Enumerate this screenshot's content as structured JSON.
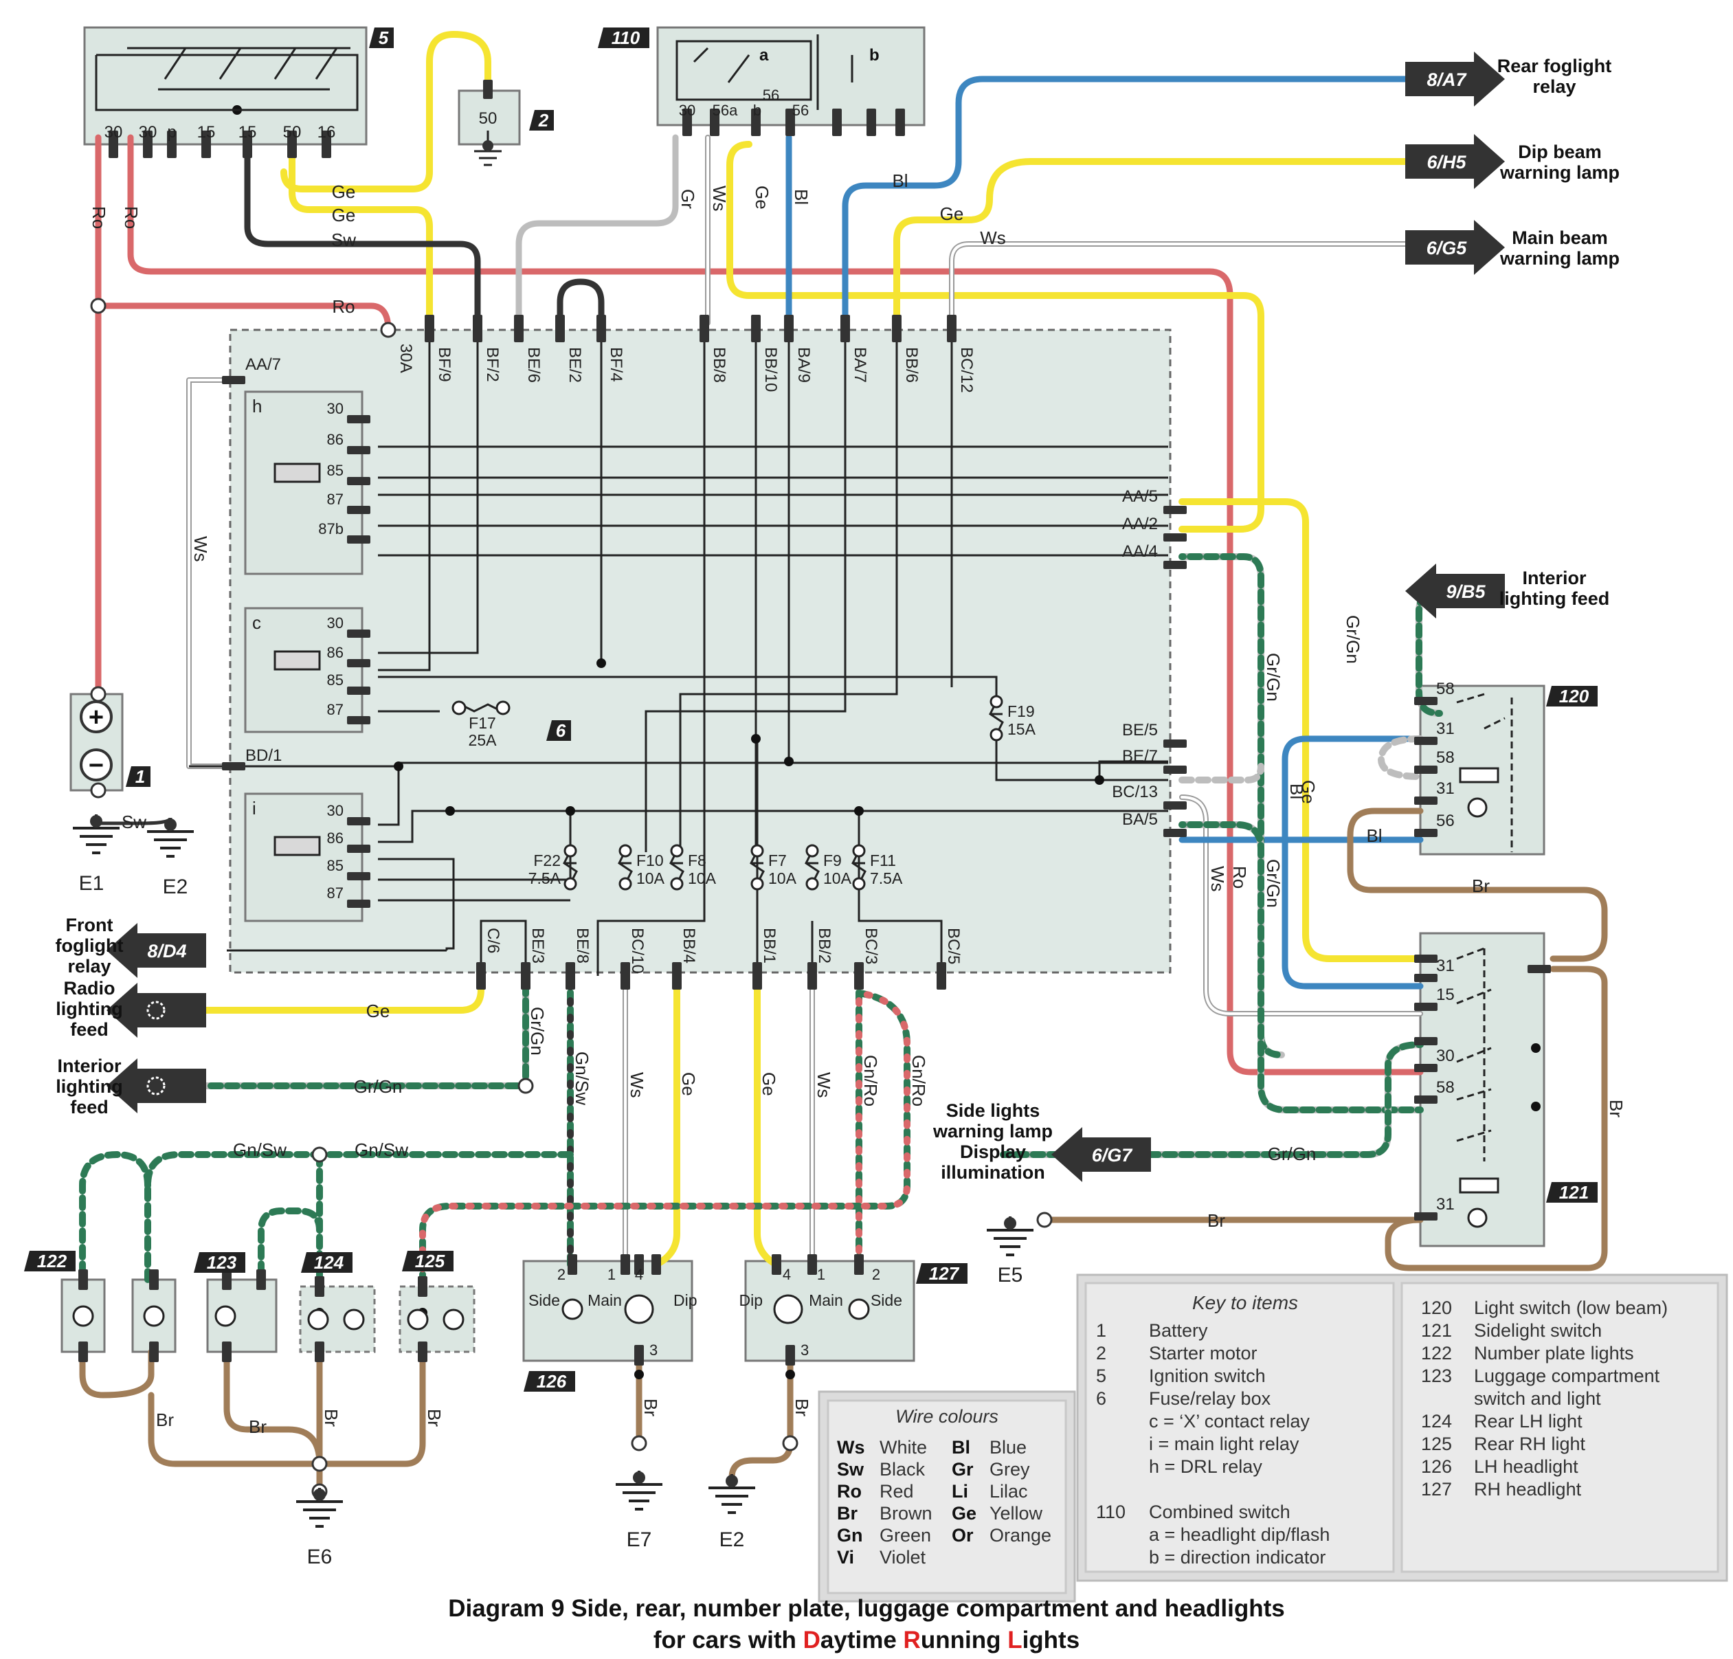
{
  "title": {
    "line1": "Diagram 9 Side, rear, number plate, luggage compartment and headlights",
    "line2_prefix": "for cars with ",
    "line2_d": "D",
    "line2_aytime": "aytime ",
    "line2_r": "R",
    "line2_unning": "unning ",
    "line2_l": "L",
    "line2_ights": "ights"
  },
  "colors": {
    "red": "#d9686a",
    "yellow": "#f5e431",
    "black": "#333333",
    "grey": "#bdbdbd",
    "blue": "#3d86c0",
    "brown": "#a07d58",
    "green": "#2d7a55",
    "accent_red": "#e02020"
  },
  "components": {
    "c5": "5",
    "c2": "2",
    "c110": "110",
    "c6": "6",
    "c1": "1",
    "c120": "120",
    "c121": "121",
    "c122": "122",
    "c123": "123",
    "c124": "124",
    "c125": "125",
    "c126": "126",
    "c127": "127"
  },
  "ignition_terminals": [
    "30",
    "30",
    "p",
    "15",
    "15",
    "50",
    "16"
  ],
  "starter_terminal": "50",
  "combined_switch": {
    "t30": "30",
    "t56a": "56a",
    "tb": "b",
    "t56": "56",
    "t56b": "56",
    "a": "a",
    "b": "b"
  },
  "connectors_top": [
    "BF/9",
    "BF/2",
    "BE/6",
    "BE/2",
    "BF/4",
    "BB/8",
    "BB/10",
    "BA/9",
    "BA/7",
    "BB/6",
    "BC/12"
  ],
  "connectors_bottom": [
    "C/6",
    "BE/3",
    "BE/8",
    "BC/10",
    "BB/4",
    "BB/1",
    "BB/2",
    "BC/3",
    "BC/5"
  ],
  "connectors_right": [
    "AA/5",
    "AA/2",
    "AA/4",
    "BE/5",
    "BE/7",
    "BC/13",
    "BA/5"
  ],
  "connectors_left": [
    "AA/7",
    "BD/1"
  ],
  "fuse_30a": "30A",
  "relays": {
    "h": {
      "label": "h",
      "pins": [
        "30",
        "86",
        "85",
        "87",
        "87b"
      ]
    },
    "c": {
      "label": "c",
      "pins": [
        "30",
        "86",
        "85",
        "87"
      ]
    },
    "i": {
      "label": "i",
      "pins": [
        "30",
        "86",
        "85",
        "87"
      ]
    }
  },
  "fuses": {
    "f17": [
      "F17",
      "25A"
    ],
    "f19": [
      "F19",
      "15A"
    ],
    "f22": [
      "F22",
      "7.5A"
    ],
    "f10": [
      "F10",
      "10A"
    ],
    "f8": [
      "F8",
      "10A"
    ],
    "f7": [
      "F7",
      "10A"
    ],
    "f9": [
      "F9",
      "10A"
    ],
    "f11": [
      "F11",
      "7.5A"
    ]
  },
  "wires": {
    "ro": "Ro",
    "ge": "Ge",
    "sw": "Sw",
    "gr": "Gr",
    "ws": "Ws",
    "bl": "Bl",
    "grgn": "Gr/Gn",
    "gnsw": "Gn/Sw",
    "gnro": "Gn/Ro",
    "br": "Br"
  },
  "grounds": {
    "e1": "E1",
    "e2": "E2",
    "e2b": "E2",
    "e5": "E5",
    "e6": "E6",
    "e7": "E7"
  },
  "battery": {
    "plus": "+",
    "minus": "−"
  },
  "switch120": {
    "pins": [
      "58",
      "31",
      "58",
      "31",
      "56"
    ]
  },
  "switch121": {
    "pins": [
      "31",
      "15",
      "30",
      "58",
      "31"
    ]
  },
  "lamps": {
    "l126": {
      "pins": [
        "2",
        "1",
        "4",
        "3"
      ],
      "side": "Side",
      "main": "Main",
      "dip": "Dip"
    },
    "l127": {
      "pins": [
        "4",
        "1",
        "2",
        "3"
      ],
      "side": "Side",
      "main": "Main",
      "dip": "Dip"
    }
  },
  "refs": {
    "r1": {
      "code": "8/A7",
      "lines": [
        "Rear foglight",
        "relay"
      ]
    },
    "r2": {
      "code": "6/H5",
      "lines": [
        "Dip beam",
        "warning lamp"
      ]
    },
    "r3": {
      "code": "6/G5",
      "lines": [
        "Main beam",
        "warning lamp"
      ]
    },
    "r4": {
      "code": "9/B5",
      "lines": [
        "Interior",
        "lighting feed"
      ]
    },
    "r5": {
      "code": "8/D4",
      "lines": [
        "Front",
        "foglight",
        "relay"
      ]
    },
    "r6": {
      "lines": [
        "Radio",
        "lighting",
        "feed"
      ]
    },
    "r7": {
      "lines": [
        "Interior",
        "lighting",
        "feed"
      ]
    },
    "r8": {
      "code": "6/G7",
      "lines": [
        "Side lights",
        "warning lamp",
        "Display",
        "illumination"
      ]
    }
  },
  "wire_colours": {
    "heading": "Wire colours",
    "rows": [
      [
        "Ws",
        "White",
        "Bl",
        "Blue"
      ],
      [
        "Sw",
        "Black",
        "Gr",
        "Grey"
      ],
      [
        "Ro",
        "Red",
        "Li",
        "Lilac"
      ],
      [
        "Br",
        "Brown",
        "Ge",
        "Yellow"
      ],
      [
        "Gn",
        "Green",
        "Or",
        "Orange"
      ],
      [
        "Vi",
        "Violet",
        "",
        ""
      ]
    ]
  },
  "key": {
    "heading": "Key to items",
    "left": [
      [
        "1",
        "Battery"
      ],
      [
        "2",
        "Starter motor"
      ],
      [
        "5",
        "Ignition switch"
      ],
      [
        "6",
        "Fuse/relay box"
      ],
      [
        "",
        "c  =  ‘X’ contact relay"
      ],
      [
        "",
        "i  =  main light relay"
      ],
      [
        "",
        "h  =  DRL relay"
      ],
      [
        "",
        ""
      ],
      [
        "110",
        "Combined switch"
      ],
      [
        "",
        "a  =  headlight dip/flash"
      ],
      [
        "",
        "b  =  direction indicator"
      ]
    ],
    "right": [
      [
        "120",
        "Light switch (low beam)"
      ],
      [
        "121",
        "Sidelight switch"
      ],
      [
        "122",
        "Number plate lights"
      ],
      [
        "123",
        "Luggage compartment"
      ],
      [
        "",
        "switch and light"
      ],
      [
        "124",
        "Rear LH light"
      ],
      [
        "125",
        "Rear RH light"
      ],
      [
        "126",
        "LH headlight"
      ],
      [
        "127",
        "RH headlight"
      ]
    ]
  }
}
